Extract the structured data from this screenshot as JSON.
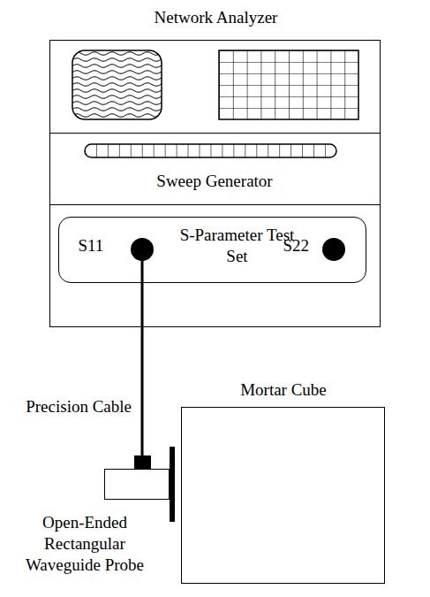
{
  "diagram": {
    "nodes": [
      {
        "text": [
          "Network Analyzer"
        ]
      },
      {
        "text": [
          "Sweep Generator"
        ],
        "in": 0
      },
      {
        "text": [
          "S11",
          "S-Parameter Test Set",
          "S22"
        ],
        "in": 0
      },
      {
        "text": [
          "Mortar Cube"
        ]
      },
      {
        "text": [
          "Open-Ended Rectangular Waveguide Probe"
        ]
      }
    ],
    "edges": [
      {
        "from": 2,
        "to": 4,
        "arrow": "none",
        "label": "Precision Cable"
      }
    ]
  }
}
